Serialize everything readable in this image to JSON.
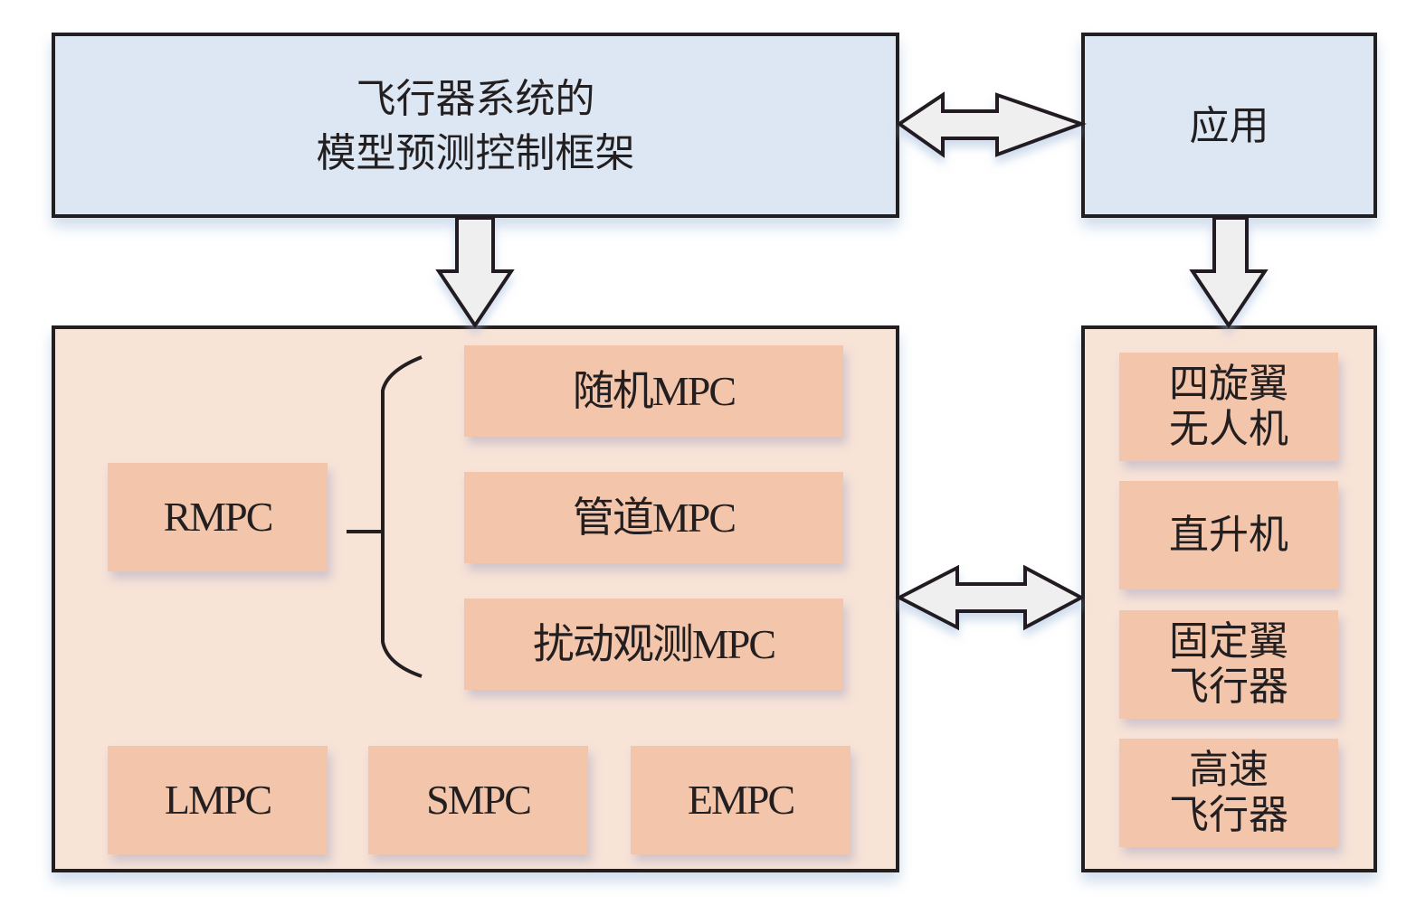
{
  "framework": {
    "title_line1": "飞行器系统的",
    "title_line2": "模型预测控制框架"
  },
  "application": {
    "title": "应用"
  },
  "methods": {
    "rmpc": "RMPC",
    "rmpc_variants": [
      "随机MPC",
      "管道MPC",
      "扰动观测MPC"
    ],
    "others": [
      "LMPC",
      "SMPC",
      "EMPC"
    ]
  },
  "aircraft": {
    "items": [
      {
        "line1": "四旋翼",
        "line2": "无人机"
      },
      {
        "line1": "直升机",
        "line2": ""
      },
      {
        "line1": "固定翼",
        "line2": "飞行器"
      },
      {
        "line1": "高速",
        "line2": "飞行器"
      }
    ]
  },
  "colors": {
    "framework_fill": "#dce7f3",
    "content_fill": "#f8e3d7",
    "box_fill": "#f3c5ab",
    "arrow_fill": "#efefef",
    "stroke": "#231f20"
  }
}
